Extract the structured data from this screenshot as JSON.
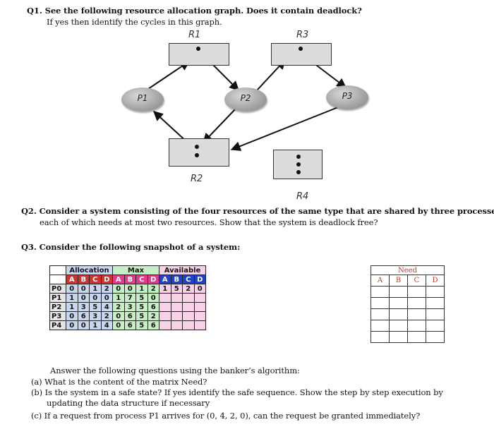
{
  "q1": {
    "line1": "Q1. See the following resource allocation graph. Does it contain deadlock?",
    "line2": "If yes then identify the cycles in this graph."
  },
  "graph": {
    "resources": [
      "R1",
      "R2",
      "R3",
      "R4"
    ],
    "processes": [
      "P1",
      "P2",
      "P3"
    ]
  },
  "q2": {
    "line1": "Q2. Consider a system consisting of the four resources of the same type that are shared by three processes",
    "line2": "each of which needs at most two resources. Show that the system is deadlock free?"
  },
  "q3": {
    "line1": "Q3. Consider the following snapshot of a system:"
  },
  "snapshot": {
    "group_headers": [
      "Allocation",
      "Max",
      "Available"
    ],
    "letters": [
      "A",
      "B",
      "C",
      "D"
    ],
    "rows": [
      {
        "p": "P0",
        "alloc": [
          "0",
          "0",
          "1",
          "2"
        ],
        "max": [
          "0",
          "0",
          "1",
          "2"
        ],
        "avail": [
          "1",
          "5",
          "2",
          "0"
        ]
      },
      {
        "p": "P1",
        "alloc": [
          "1",
          "0",
          "0",
          "0"
        ],
        "max": [
          "1",
          "7",
          "5",
          "0"
        ],
        "avail": [
          "",
          "",
          "",
          ""
        ]
      },
      {
        "p": "P2",
        "alloc": [
          "1",
          "3",
          "5",
          "4"
        ],
        "max": [
          "2",
          "3",
          "5",
          "6"
        ],
        "avail": [
          "",
          "",
          "",
          ""
        ]
      },
      {
        "p": "P3",
        "alloc": [
          "0",
          "6",
          "3",
          "2"
        ],
        "max": [
          "0",
          "6",
          "5",
          "2"
        ],
        "avail": [
          "",
          "",
          "",
          ""
        ]
      },
      {
        "p": "P4",
        "alloc": [
          "0",
          "0",
          "1",
          "4"
        ],
        "max": [
          "0",
          "6",
          "5",
          "6"
        ],
        "avail": [
          "",
          "",
          "",
          ""
        ]
      }
    ]
  },
  "need": {
    "title": "Need",
    "letters": [
      "A",
      "B",
      "C",
      "D"
    ]
  },
  "questions": {
    "intro": "Answer the following questions using the banker’s algorithm:",
    "a": "(a) What is the content of the matrix Need?",
    "b1": "(b) Is the system in a safe state? If yes identify the safe sequence. Show the step by step execution by",
    "b2": "updating the data structure if necessary",
    "c": "(c) If a request from process P1 arrives for (0, 4, 2, 0), can the request be granted immediately?"
  }
}
